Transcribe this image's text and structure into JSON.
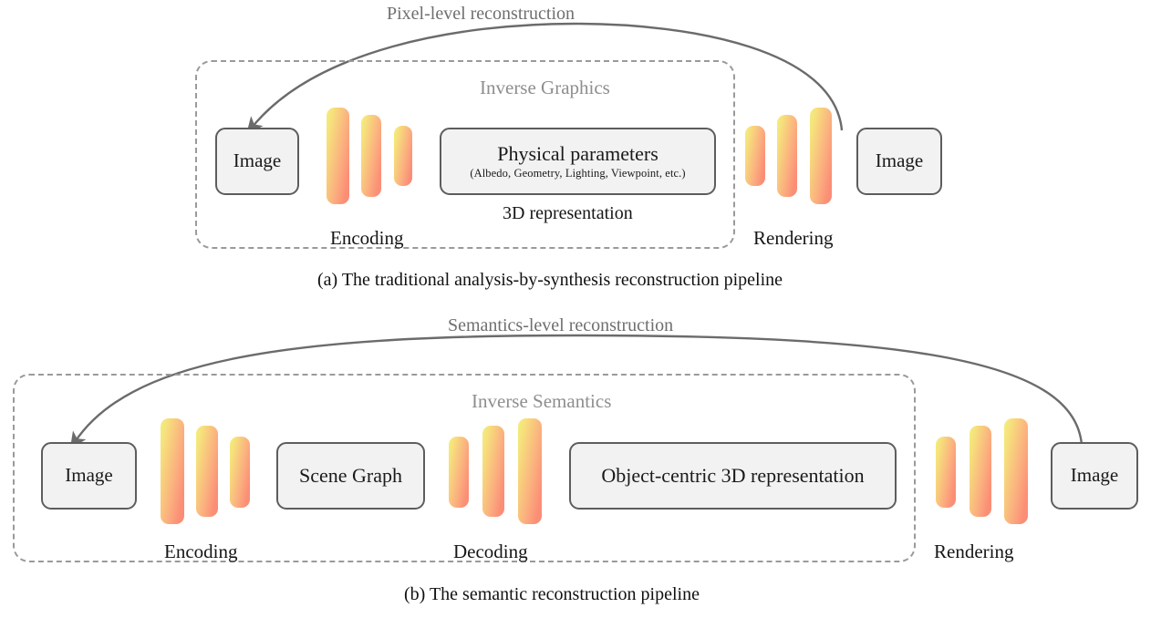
{
  "figure": {
    "type": "diagram",
    "panels": [
      {
        "id": "a",
        "arc_label": "Pixel-level reconstruction",
        "container_label": "Inverse Graphics",
        "caption": "(a) The traditional analysis-by-synthesis reconstruction pipeline",
        "nodes": {
          "input_image": "Image",
          "physical_main": "Physical parameters",
          "physical_sub": "(Albedo, Geometry, Lighting, Viewpoint, etc.)",
          "physical_caption": "3D representation",
          "output_image": "Image"
        },
        "groups": {
          "encoding": "Encoding",
          "rendering": "Rendering"
        },
        "bars": {
          "encoding_heights": [
            106,
            90,
            66
          ],
          "rendering_heights": [
            66,
            90,
            106
          ]
        }
      },
      {
        "id": "b",
        "arc_label": "Semantics-level reconstruction",
        "container_label": "Inverse Semantics",
        "caption": "(b) The semantic reconstruction pipeline",
        "nodes": {
          "input_image": "Image",
          "scene_graph": "Scene Graph",
          "object_centric": "Object-centric 3D representation",
          "output_image": "Image"
        },
        "groups": {
          "encoding": "Encoding",
          "decoding": "Decoding",
          "rendering": "Rendering"
        },
        "bars": {
          "encoding_heights": [
            116,
            100,
            78
          ],
          "decoding_heights": [
            78,
            100,
            116
          ],
          "rendering_heights": [
            78,
            100,
            116
          ]
        }
      }
    ],
    "colors": {
      "bar_gradient_start": "#f2ef7e",
      "bar_gradient_end": "#fa8b75",
      "node_fill": "#f2f2f2",
      "node_border": "#5d5d5d",
      "dashed_border": "#9a9a9a",
      "arc_stroke": "#6b6b6b",
      "inner_title_color": "#8e8e8e",
      "arc_title_color": "#6f6f6f",
      "background": "#ffffff"
    }
  }
}
